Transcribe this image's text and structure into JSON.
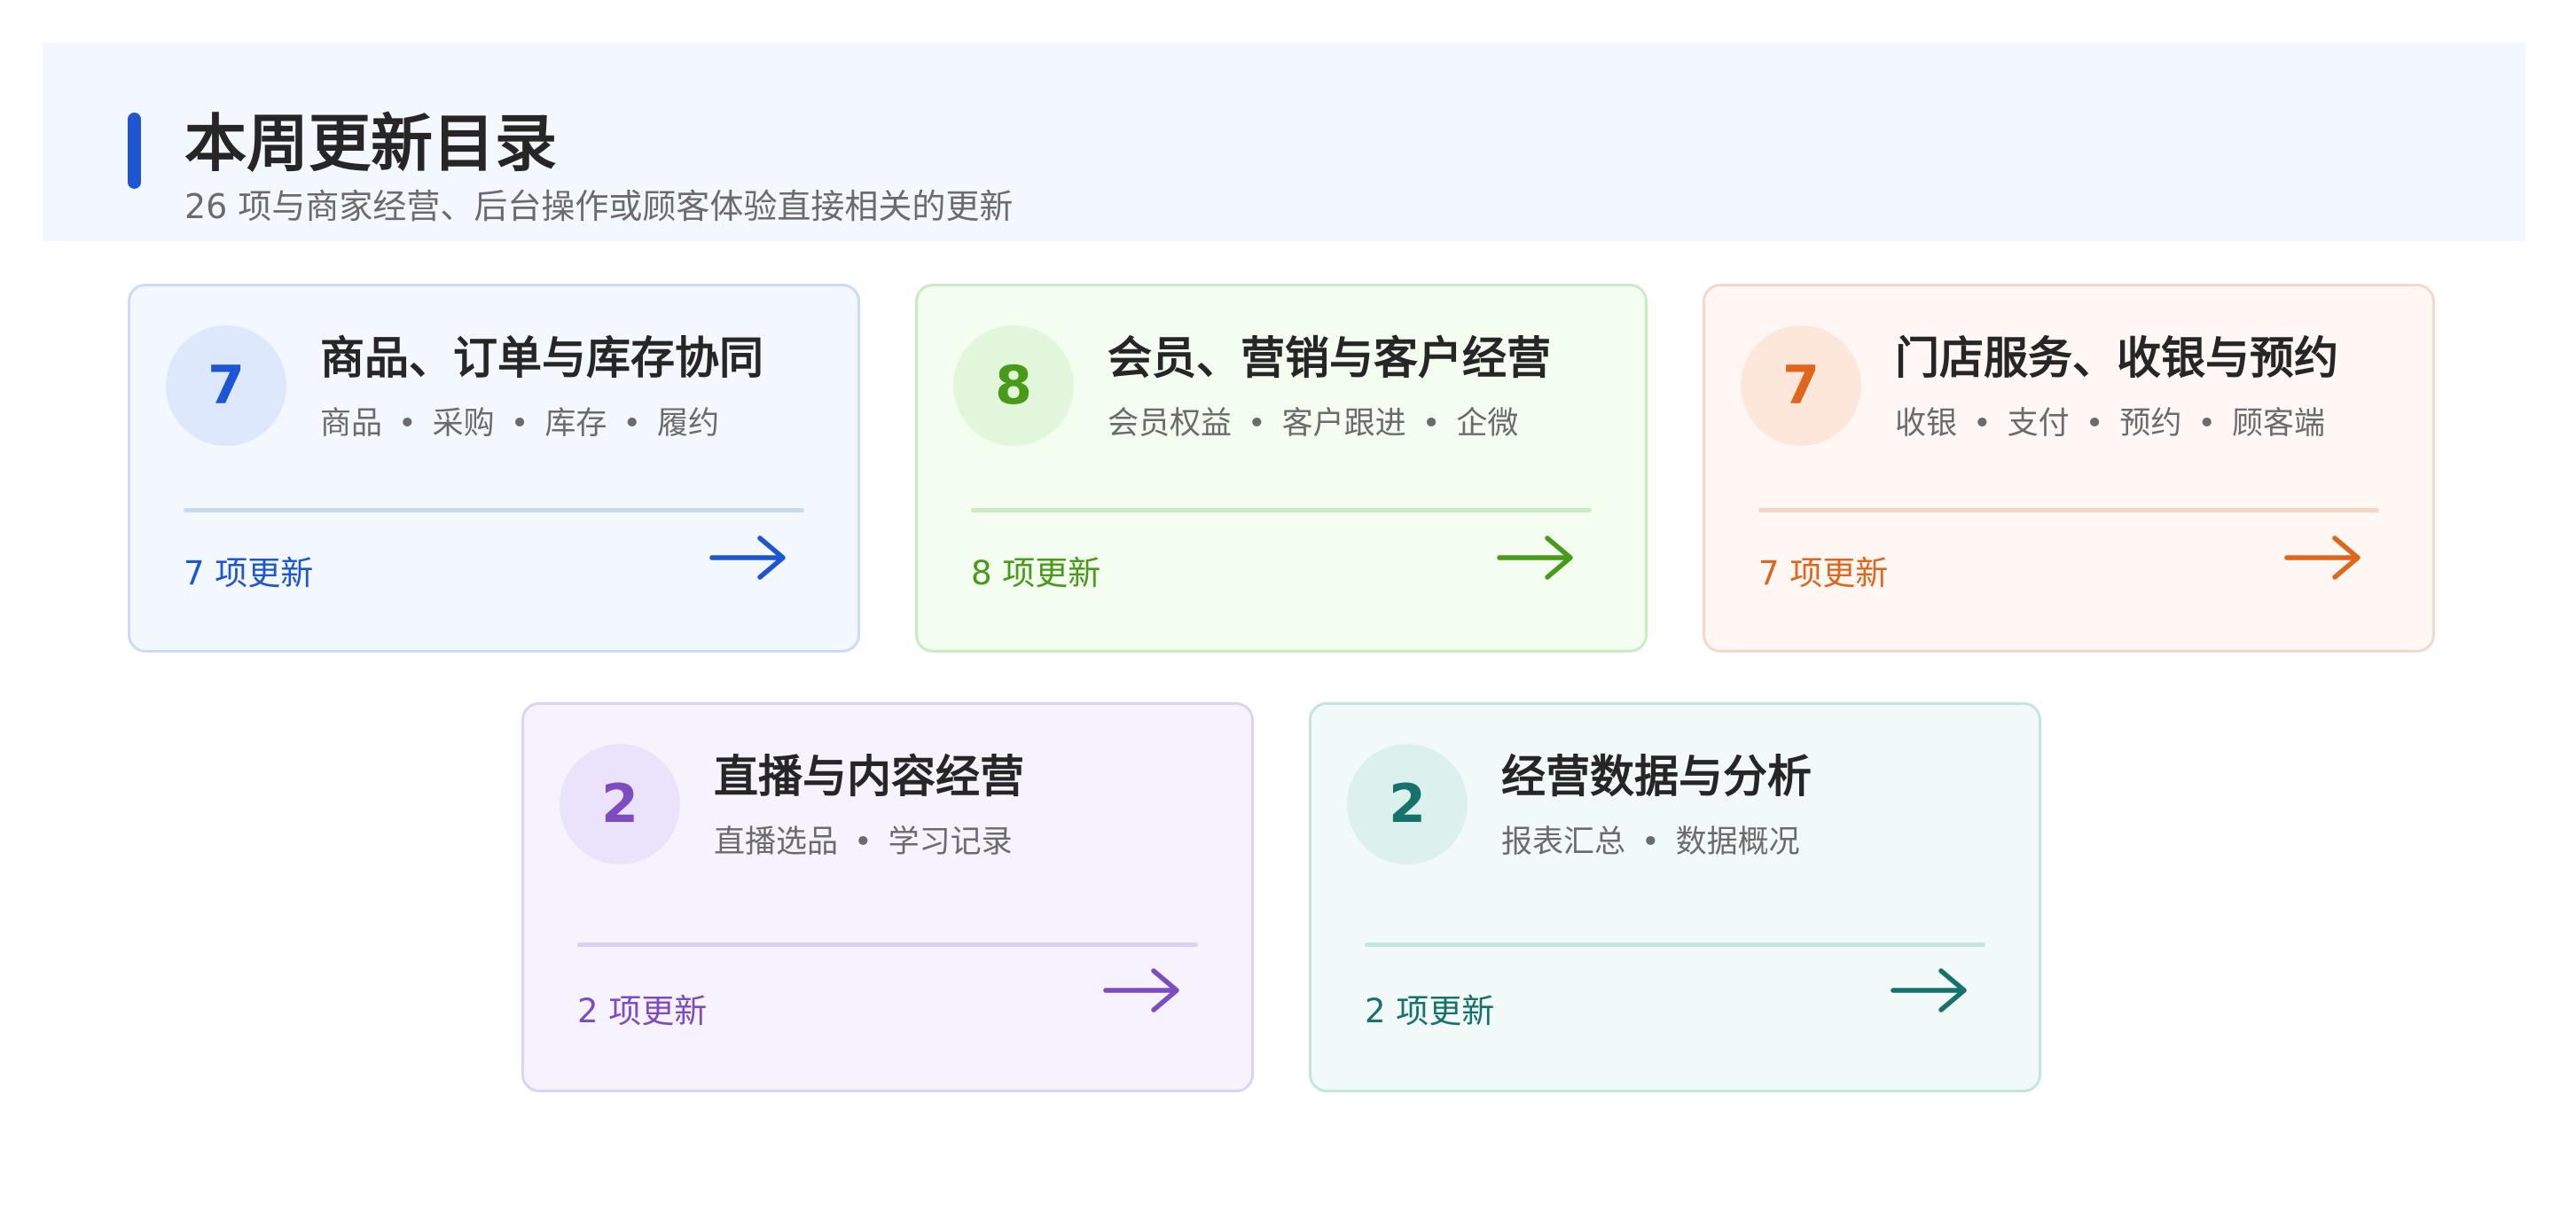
{
  "header": {
    "title": "本周更新目录",
    "subtitle": "26 项与商家经营、后台操作或顾客体验直接相关的更新",
    "accent_color": "#1d56d0"
  },
  "cards": [
    {
      "number": "7",
      "title": "商品、订单与库存协同",
      "tags": [
        "商品",
        "采购",
        "库存",
        "履约"
      ],
      "count_label": "7 项更新",
      "icon": "arrow-right-icon",
      "colors": {
        "accent": "#1d56d0",
        "background": "#f3f7fe",
        "border": "#c9dbf6",
        "badge": "#dde8fc",
        "divider": "#c6dcec"
      }
    },
    {
      "number": "8",
      "title": "会员、营销与客户经营",
      "tags": [
        "会员权益",
        "客户跟进",
        "企微"
      ],
      "count_label": "8 项更新",
      "icon": "arrow-right-icon",
      "colors": {
        "accent": "#4a9a1a",
        "background": "#f3fdf0",
        "border": "#c7ecc0",
        "badge": "#e2f6dc",
        "divider": "#cdeac5"
      }
    },
    {
      "number": "7",
      "title": "门店服务、收银与预约",
      "tags": [
        "收银",
        "支付",
        "预约",
        "顾客端"
      ],
      "count_label": "7 项更新",
      "icon": "arrow-right-icon",
      "colors": {
        "accent": "#e0661c",
        "background": "#fff7f3",
        "border": "#f6d8c8",
        "badge": "#fde6da",
        "divider": "#f5d6c4"
      }
    },
    {
      "number": "2",
      "title": "直播与内容经营",
      "tags": [
        "直播选品",
        "学习记录"
      ],
      "count_label": "2 项更新",
      "icon": "arrow-right-icon",
      "colors": {
        "accent": "#7d4cc0",
        "background": "#f6f3fe",
        "border": "#dcd2f3",
        "badge": "#ebe3fb",
        "divider": "#dbd0f0"
      }
    },
    {
      "number": "2",
      "title": "经营数据与分析",
      "tags": [
        "报表汇总",
        "数据概况"
      ],
      "count_label": "2 项更新",
      "icon": "arrow-right-icon",
      "colors": {
        "accent": "#16726a",
        "background": "#f1faf8",
        "border": "#c2e6df",
        "badge": "#dcf1ed",
        "divider": "#c3e7df"
      }
    }
  ]
}
